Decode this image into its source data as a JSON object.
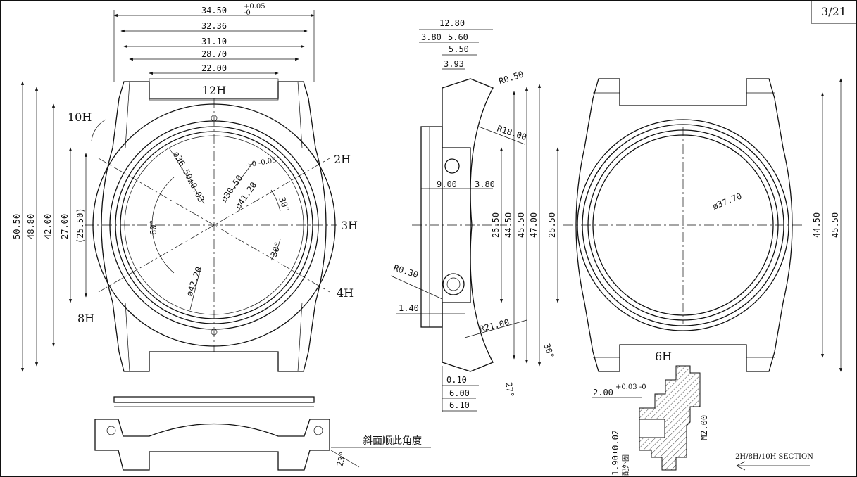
{
  "sheet": {
    "page": "3/21"
  },
  "front_view": {
    "positions": [
      "12H",
      "10H",
      "2H",
      "3H",
      "4H",
      "8H"
    ],
    "angles": [
      "60°",
      "30°",
      "30°"
    ],
    "top_dims": [
      "34.50",
      "32.36",
      "31.10",
      "28.70",
      "22.00"
    ],
    "tol_plus": "+0.05",
    "tol_zero": "-0",
    "left_dims": [
      "50.50",
      "48.80",
      "42.00",
      "27.00",
      "(25.50)"
    ],
    "diameters": [
      "ø36.50±0.03",
      "ø30.50",
      "ø41.20",
      "ø42.20"
    ],
    "d30_tol": "+0 -0.05"
  },
  "side_view": {
    "top_dims": [
      "12.80",
      "3.80",
      "5.60",
      "5.50",
      "3.93"
    ],
    "radii": [
      "R0.50",
      "R18.00",
      "R0.30",
      "R21.00"
    ],
    "mid_dims": [
      "9.00",
      "3.80",
      "1.40"
    ],
    "right_dims": [
      "25.50",
      "44.50",
      "45.50",
      "47.00"
    ],
    "bottom_dims": [
      "0.10",
      "6.00",
      "6.10"
    ],
    "angles": [
      "30°",
      "27°"
    ]
  },
  "back_view": {
    "label": "6H",
    "diameter": "ø37.70",
    "left_dim": "25.50",
    "right_dims": [
      "44.50",
      "45.50"
    ]
  },
  "bottom_view": {
    "note": "斜面顺此角度",
    "angle": "23°"
  },
  "section": {
    "dims": [
      "2.00",
      "M2.00",
      "1.90±0.02"
    ],
    "tol_2": "+0.03 -0",
    "note_cn": "配外圈",
    "title": "2H/8H/10H SECTION"
  }
}
